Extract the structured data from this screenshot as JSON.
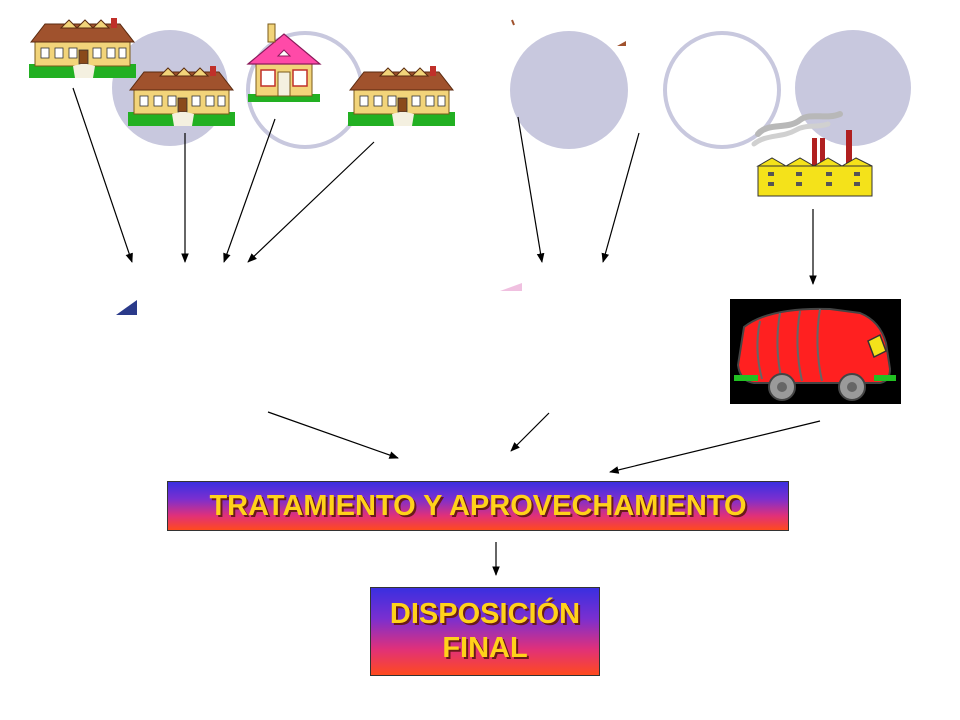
{
  "boxes": {
    "treatment": "TRATAMIENTO Y APROVECHAMIENTO",
    "disposal_line1": "DISPOSICIÓN",
    "disposal_line2": "FINAL"
  },
  "colors": {
    "circle_fill": "#c8c8de",
    "box_top": "#3a2fe0",
    "box_bottom": "#ff4a1e",
    "box_text": "#ffd21a",
    "truck_body": "#ff2020",
    "factory_wall": "#f4e21a",
    "house_wall": "#f2d47a",
    "roof": "#a0522d",
    "lawn": "#22b022"
  },
  "icons": [
    "house-icon",
    "cottage-icon",
    "factory-icon",
    "garbage-truck-icon"
  ]
}
